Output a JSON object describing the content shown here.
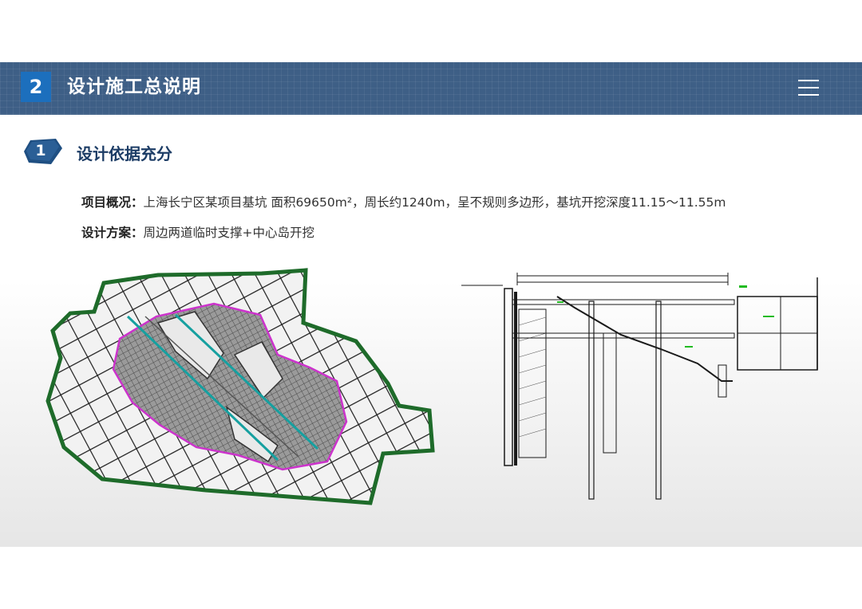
{
  "header": {
    "section_number": "2",
    "title": "设计施工总说明"
  },
  "subsection": {
    "number": "1",
    "title": "设计依据充分"
  },
  "overview": {
    "label": "项目概况：",
    "text": "上海长宁区某项目基坑 面积69650m²，周长约1240m，呈不规则多边形，基坑开挖深度11.15～11.55m"
  },
  "scheme": {
    "label": "设计方案：",
    "text": "周边两道临时支撑+中心岛开挖"
  },
  "colors": {
    "header_bg": "#3e5f86",
    "number_box": "#1c6fbd",
    "subtitle_text": "#1d3d66",
    "badge": "#1f4f82",
    "plan_outline": "#1e6b2a",
    "plan_boundary": "#cc33cc",
    "plan_diagonal": "#16a0a0"
  },
  "icons": {
    "menu": "hamburger-menu-icon",
    "badge": "hexagon-badge-icon"
  }
}
